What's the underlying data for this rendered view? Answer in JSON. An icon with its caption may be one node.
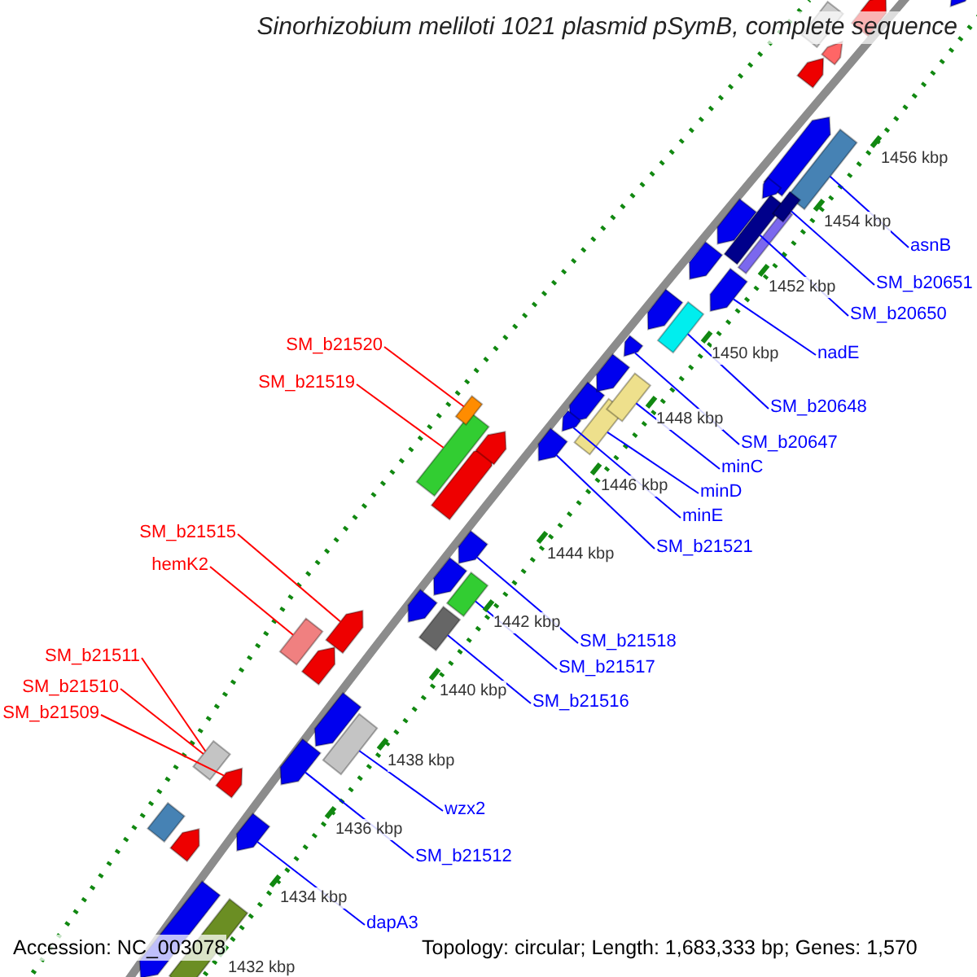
{
  "diagram": {
    "title": "Sinorhizobium meliloti 1021 plasmid pSymB, complete sequence",
    "nodes": [
      {
        "text": [
          "asnB"
        ]
      },
      {
        "text": [
          "SM_b20651"
        ]
      },
      {
        "text": [
          "SM_b20650"
        ]
      },
      {
        "text": [
          "nadE"
        ]
      },
      {
        "text": [
          "SM_b21520"
        ]
      },
      {
        "text": [
          "SM_b21519"
        ]
      },
      {
        "text": [
          "SM_b20648"
        ]
      },
      {
        "text": [
          "SM_b20647"
        ]
      },
      {
        "text": [
          "minC"
        ]
      },
      {
        "text": [
          "minD"
        ]
      },
      {
        "text": [
          "minE"
        ]
      },
      {
        "text": [
          "SM_b21521"
        ]
      },
      {
        "text": [
          "SM_b21515"
        ]
      },
      {
        "text": [
          "hemK2"
        ]
      },
      {
        "text": [
          "SM_b21518"
        ]
      },
      {
        "text": [
          "SM_b21517"
        ]
      },
      {
        "text": [
          "SM_b21511"
        ]
      },
      {
        "text": [
          "SM_b21516"
        ]
      },
      {
        "text": [
          "SM_b21510"
        ]
      },
      {
        "text": [
          "SM_b21509"
        ]
      },
      {
        "text": [
          "wzx2"
        ]
      },
      {
        "text": [
          "SM_b21512"
        ]
      },
      {
        "text": [
          "dapA3"
        ]
      },
      {
        "text": [],
        "shape": "arrow"
      },
      {
        "text": [],
        "shape": "arrow"
      },
      {
        "text": [],
        "shape": "box"
      },
      {
        "text": [],
        "shape": "arrow"
      },
      {
        "text": [],
        "shape": "arrow"
      },
      {
        "text": [],
        "shape": "arrow"
      },
      {
        "text": [],
        "shape": "box"
      },
      {
        "text": [],
        "shape": "arrow"
      },
      {
        "text": [],
        "shape": "box"
      },
      {
        "text": [],
        "shape": "arrow"
      },
      {
        "text": [],
        "shape": "box"
      },
      {
        "text": [],
        "shape": "box"
      },
      {
        "text": [],
        "shape": "arrow"
      },
      {
        "text": [],
        "shape": "arrow"
      },
      {
        "text": [],
        "shape": "arrow"
      },
      {
        "text": [],
        "shape": "box"
      },
      {
        "text": [],
        "shape": "arrow"
      },
      {
        "text": [],
        "shape": "arrow"
      },
      {
        "text": [],
        "shape": "box"
      },
      {
        "text": [],
        "shape": "arrow"
      },
      {
        "text": [],
        "shape": "arrow"
      },
      {
        "text": [],
        "shape": "box"
      },
      {
        "text": [],
        "shape": "arrow"
      },
      {
        "text": [],
        "shape": "box"
      },
      {
        "text": [],
        "shape": "box"
      },
      {
        "text": [],
        "shape": "arrow"
      },
      {
        "text": [],
        "shape": "arrow"
      },
      {
        "text": [],
        "shape": "arrow"
      },
      {
        "text": [],
        "shape": "arrow"
      },
      {
        "text": [],
        "shape": "box"
      },
      {
        "text": [],
        "shape": "arrow"
      },
      {
        "text": [],
        "shape": "box"
      },
      {
        "text": [],
        "shape": "box"
      },
      {
        "text": [],
        "shape": "arrow"
      },
      {
        "text": [],
        "shape": "arrow"
      },
      {
        "text": [],
        "shape": "arrow"
      },
      {
        "text": [],
        "shape": "box"
      },
      {
        "text": [],
        "shape": "arrow"
      },
      {
        "text": [],
        "shape": "box"
      },
      {
        "text": [],
        "shape": "arrow"
      },
      {
        "text": [],
        "shape": "box"
      },
      {
        "text": [],
        "shape": "arrow"
      },
      {
        "text": [],
        "shape": "arrow"
      },
      {
        "text": [],
        "shape": "arrow"
      },
      {
        "text": [],
        "shape": "box"
      }
    ],
    "edges": [
      {
        "from": 0,
        "to": 29,
        "arrow": "none"
      },
      {
        "from": 1,
        "to": 31,
        "arrow": "none"
      },
      {
        "from": 2,
        "to": 33,
        "arrow": "none"
      },
      {
        "from": 3,
        "to": 36,
        "arrow": "none"
      },
      {
        "from": 4,
        "to": 46,
        "arrow": "none",
        "color": "#ff0000"
      },
      {
        "from": 5,
        "to": 47,
        "arrow": "none",
        "color": "#ff0000"
      },
      {
        "from": 6,
        "to": 38,
        "arrow": "none"
      },
      {
        "from": 7,
        "to": 39,
        "arrow": "none"
      },
      {
        "from": 8,
        "to": 41,
        "arrow": "none"
      },
      {
        "from": 9,
        "to": 44,
        "arrow": "none"
      },
      {
        "from": 10,
        "to": 43,
        "arrow": "none"
      },
      {
        "from": 11,
        "to": 45,
        "arrow": "none"
      },
      {
        "from": 12,
        "to": 56,
        "arrow": "none",
        "color": "#ff0000"
      },
      {
        "from": 13,
        "to": 55,
        "arrow": "none",
        "color": "#ff0000"
      },
      {
        "from": 14,
        "to": 50,
        "arrow": "none"
      },
      {
        "from": 15,
        "to": 52,
        "arrow": "none"
      },
      {
        "from": 16,
        "to": 61,
        "arrow": "none",
        "color": "#ff0000"
      },
      {
        "from": 17,
        "to": 54,
        "arrow": "none"
      },
      {
        "from": 18,
        "to": 61,
        "arrow": "none",
        "color": "#ff0000"
      },
      {
        "from": 19,
        "to": 62,
        "arrow": "none",
        "color": "#ff0000"
      },
      {
        "from": 20,
        "to": 59,
        "arrow": "none"
      },
      {
        "from": 21,
        "to": 60,
        "arrow": "none"
      },
      {
        "from": 22,
        "to": 65,
        "arrow": "none"
      }
    ],
    "labels": [
      "1456 kbp",
      "1454 kbp",
      "1452 kbp",
      "1450 kbp",
      "1448 kbp",
      "1446 kbp",
      "1444 kbp",
      "1442 kbp",
      "1440 kbp",
      "1438 kbp",
      "1436 kbp",
      "1434 kbp",
      "Accession: NC_003078",
      "Topology: circular; Length: 1,683,333 bp; Genes: 1,570",
      "1432 kbp"
    ]
  }
}
